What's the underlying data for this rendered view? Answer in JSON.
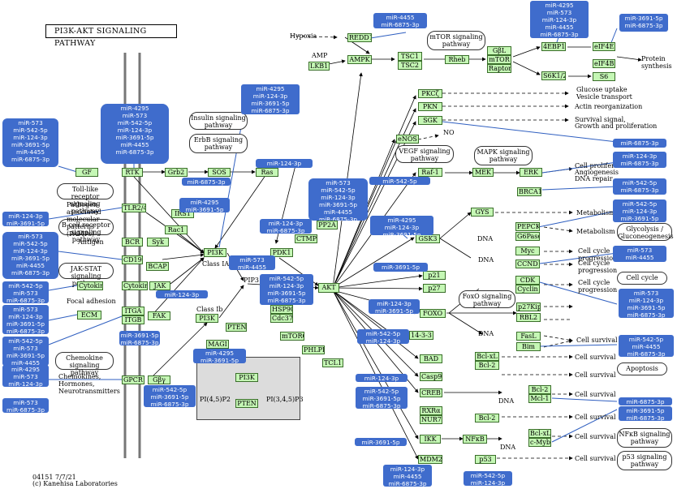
{
  "title": "PI3K-AKT SIGNALING PATHWAY",
  "footer": {
    "line1": "04151 7/7/21",
    "line2": "(c) Kanehisa Laboratories"
  },
  "genes": {
    "gf": "GF",
    "rtk": "RTK",
    "grb2": "Grb2",
    "sos": "SOS",
    "ras": "Ras",
    "irs1": "IRS1",
    "tlr24": "TLR2/4",
    "rac1": "Rac1",
    "bcr": "BCR",
    "syk": "Syk",
    "cd19": "CD19",
    "bcap": "BCAP",
    "cytokine": "Cytokine",
    "cytokiner": "CytokineR",
    "jak": "JAK",
    "ecm": "ECM",
    "itga": "ITGA",
    "itgb": "ITGB",
    "fak": "FAK",
    "gpcr": "GPCR",
    "gby": "Gβγ",
    "pi3k_ia": "PI3K",
    "pi3k_ib": "PI3K",
    "pten": "PTEN",
    "magi": "MAGI",
    "pdk1": "PDK1",
    "ctmp": "CTMP",
    "pp2a": "PP2A",
    "akt": "AKT",
    "hsp90": "HSP90",
    "cdc37": "Cdc37",
    "mtorc2": "mTORC2",
    "phlpp": "PHLPP",
    "tcl1": "TCL1",
    "redd1": "REDD1",
    "ampk": "AMPK",
    "lkb1": "LKB1",
    "tsc1": "TSC1",
    "tsc2": "TSC2",
    "rheb": "Rheb",
    "gbl": "GβL",
    "mtor": "mTOR",
    "raptor": "Raptor",
    "4ebp": "4EBP1",
    "eif4e": "eIF4E",
    "eif4b": "eIF4B",
    "s6k": "S6K1/2",
    "s6": "S6",
    "pkcz": "PKCζ",
    "pkn": "PKN",
    "sgk": "SGK",
    "enos": "eNOS",
    "raf1": "Raf-1",
    "mek": "MEK",
    "erk": "ERK",
    "brca1": "BRCA1",
    "gys": "GYS",
    "gsk3": "GSK3",
    "pepck": "PEPCK",
    "g6pase": "G6Pase",
    "myc": "Myc",
    "ccnd1": "CCND1",
    "cdk": "CDK",
    "cyclin": "Cyclin",
    "p21": "p21",
    "p27": "p27",
    "foxo": "FOXO",
    "p27kip1": "p27Kip1",
    "rbl2": "RBL2",
    "fasl": "FasL",
    "bim": "Bim",
    "14-3-3": "14-3-3",
    "bad": "BAD",
    "bclxl1": "Bcl-xL",
    "bcl2a": "Bcl-2",
    "casp9": "Casp9",
    "creb": "CREB",
    "bcl2b": "Bcl-2",
    "mcl1": "Mcl-1",
    "rxra": "RXRα",
    "nur77": "NUR77",
    "bcl2c": "Bcl-2",
    "ikk": "IKK",
    "nfkb": "NFκB",
    "bclxl2": "Bcl-xL",
    "cmyb": "c-Myb",
    "mdm2": "MDM2",
    "p53": "p53",
    "inset_pi3k": "PI3K",
    "inset_pten": "PTEN"
  },
  "pathways": {
    "insulin": "Insulin signaling pathway",
    "erbb": "ErbB signaling pathway",
    "toll": "Toll-like receptor signaling pathway",
    "bcell": "B cell receptor signaling pathway",
    "jakstat": "JAK-STAT signaling pathway",
    "chemokine": "Chemokine signaling pathway",
    "mtor": "mTOR signaling pathway",
    "vegf": "VEGF signaling pathway",
    "mapk": "MAPK signaling pathway",
    "foxo": "FoxO signaling pathway",
    "nfkb": "NFκB signaling pathway",
    "p53": "p53 signaling pathway",
    "cellcycle": "Cell cycle",
    "apoptosis": "Apoptosis",
    "glycolysis": "Glycolysis / Gluconeogenesis"
  },
  "labels": {
    "hypoxia": "Hypoxia",
    "amp": "AMP",
    "protein_synthesis": "Protein synthesis",
    "glucose": "Glucose uptake",
    "vesicle": "Vesicle transport",
    "actin": "Actin reorganization",
    "survival_growth1": "Survival signal,",
    "survival_growth2": "Growth and proliferation",
    "no": "NO",
    "proliferation": "Cell proliferation",
    "angiogenesis": "Angiogenesis",
    "dna_repair": "DNA repair",
    "metabolism1": "Metabolism",
    "metabolism2": "Metabolism",
    "cc_prog1": "Cell cycle progression",
    "cc_prog2": "Cell cycle progression",
    "cc_prog3": "Cell cycle progression",
    "survival1": "Cell survival",
    "survival2": "Cell survival",
    "survival3": "Cell survival",
    "survival4": "Cell survival",
    "survival5": "Cell survival",
    "survival6": "Cell survival",
    "survival7": "Cell survival",
    "dna1": "DNA",
    "dna2": "DNA",
    "dna3": "DNA",
    "dna4": "DNA",
    "dna5": "DNA",
    "antigen": "Antigen",
    "tlr_path": "Pathogen-associated molecular patterns (PAMPs)",
    "focal": "Focal adhesion",
    "chemokines": "Chemokines, Hormones, Neurotransmitters",
    "class_ia": "Class IA",
    "class_ib": "Class Ib",
    "pip3": "PIP3",
    "pi45p2": "PI(4,5)P2",
    "pi345p3": "PI(3,4,5)P3"
  },
  "mirna": {
    "m_left1": [
      "miR-573",
      "miR-542-5p",
      "miR-124-3p",
      "miR-3691-5p",
      "miR-4455",
      "miR-6875-3p"
    ],
    "m_rtk": [
      "miR-4295",
      "miR-573",
      "miR-542-5p",
      "miR-124-3p",
      "miR-3691-5p",
      "miR-4455",
      "miR-6875-3p"
    ],
    "m_insulin": [
      "miR-4295",
      "miR-124-3p",
      "miR-3691-5p",
      "miR-6875-3p"
    ],
    "m_sos": [
      "miR-6875-3p"
    ],
    "m_irs1": [
      "miR-4295",
      "miR-3691-5p"
    ],
    "m_tlr": [
      "miR-124-3p",
      "miR-3691-5p"
    ],
    "m_bcell": [
      "miR-573",
      "miR-542-5p",
      "miR-124-3p",
      "miR-3691-5p",
      "miR-4455",
      "miR-6875-3p"
    ],
    "m_ras": [
      "miR-124-3p"
    ],
    "m_pp2a": [
      "miR-573",
      "miR-542-5p",
      "miR-124-3p",
      "miR-3691-5p",
      "miR-4455",
      "miR-6875-3p"
    ],
    "m_pdk1": [
      "miR-124-3p",
      "miR-6875-3p"
    ],
    "m_pi3k": [
      "miR-573",
      "miR-4455"
    ],
    "m_akt": [
      "miR-542-5p",
      "miR-124-3p",
      "miR-3691-5p",
      "miR-6875-3p"
    ],
    "m_cytokine": [
      "miR-542-5p",
      "miR-573",
      "miR-6875-3p"
    ],
    "m_jak": [
      "miR-124-3p"
    ],
    "m_ecm": [
      "miR-573",
      "miR-124-3p",
      "miR-3691-5p",
      "miR-6875-3p"
    ],
    "m_itga": [
      "miR-542-5p",
      "miR-573",
      "miR-3691-5p",
      "miR-4455"
    ],
    "m_fak": [
      "miR-3691-5p",
      "miR-6875-3p"
    ],
    "m_gpcr": [
      "miR-4295",
      "miR-573",
      "miR-124-3p"
    ],
    "m_chemo": [
      "miR-573",
      "miR-6875-3p"
    ],
    "m_gby": [
      "miR-542-5p",
      "miR-3691-5p",
      "miR-6875-3p"
    ],
    "m_magi": [
      "miR-4295",
      "miR-3691-5p"
    ],
    "m_redd1": [
      "miR-4455",
      "miR-6875-3p"
    ],
    "m_4ebp": [
      "miR-4295",
      "miR-573",
      "miR-124-3p",
      "miR-4455",
      "miR-6875-3p"
    ],
    "m_eif4e": [
      "miR-3691-5p",
      "miR-6875-3p"
    ],
    "m_raf1": [
      "miR-542-5p"
    ],
    "m_sgk": [
      "miR-6875-3p"
    ],
    "m_erk": [
      "miR-124-3p",
      "miR-6875-3p"
    ],
    "m_brca1": [
      "miR-542-5p",
      "miR-6875-3p"
    ],
    "m_gsk3": [
      "miR-4295",
      "miR-124-3p",
      "miR-3691-5p"
    ],
    "m_pepck": [
      "miR-542-5p",
      "miR-124-3p",
      "miR-3691-5p"
    ],
    "m_p21": [
      "miR-3691-5p"
    ],
    "m_ccnd1": [
      "miR-573",
      "miR-4455"
    ],
    "m_foxo": [
      "miR-124-3p",
      "miR-3691-5p"
    ],
    "m_cyclin": [
      "miR-573",
      "miR-124-3p",
      "miR-3691-5p",
      "miR-6875-3p"
    ],
    "m_1433": [
      "miR-542-5p",
      "miR-124-3p"
    ],
    "m_bim": [
      "miR-542-5p",
      "miR-4455",
      "miR-6875-3p"
    ],
    "m_casp9": [
      "miR-124-3p"
    ],
    "m_creb": [
      "miR-542-5p",
      "miR-3691-5p",
      "miR-6875-3p"
    ],
    "m_mcl1": [
      "miR-6875-3p"
    ],
    "m_bcl2c": [
      "miR-3691-5p",
      "miR-6875-3p"
    ],
    "m_ikk": [
      "miR-3691-5p"
    ],
    "m_mdm2": [
      "miR-124-3p",
      "miR-4455",
      "miR-6875-3p"
    ],
    "m_p53": [
      "miR-542-5p",
      "miR-124-3p"
    ]
  },
  "colors": {
    "gene_fill": "#c5f7b5",
    "gene_border": "#3a6e2a",
    "mirna": "#3f6ccc",
    "edge": "#000000",
    "mirna_edge": "#2f5fc0"
  }
}
